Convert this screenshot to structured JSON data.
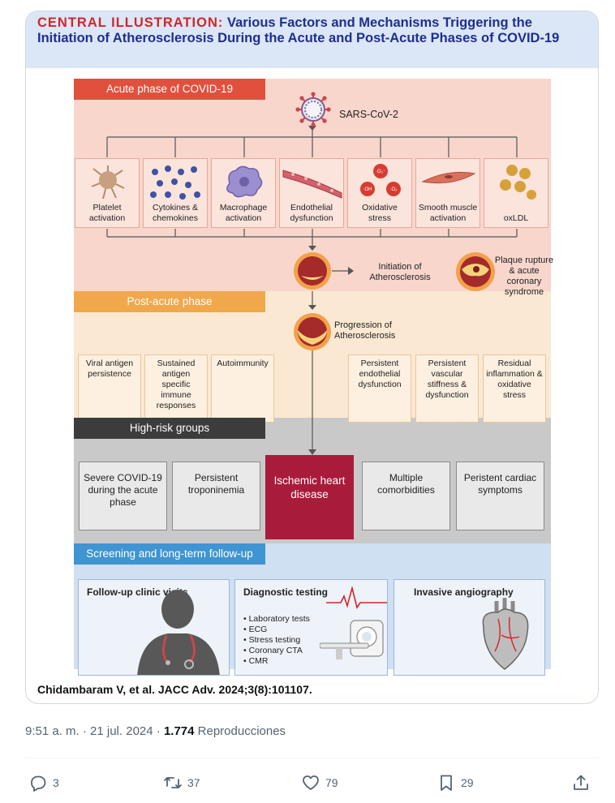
{
  "post": {
    "illustration": {
      "header_label": "CENTRAL ILLUSTRATION:",
      "header_title": "Various Factors and Mechanisms Triggering the Initiation of Atherosclerosis During the Acute and Post-Acute Phases of COVID-19",
      "acute_phase_label": "Acute phase of COVID-19",
      "virus_label": "SARS-CoV-2",
      "factors": [
        {
          "label": "Platelet activation",
          "icon": "platelet-icon"
        },
        {
          "label": "Cytokines & chemokines",
          "icon": "cytokines-icon"
        },
        {
          "label": "Macrophage activation",
          "icon": "macrophage-icon"
        },
        {
          "label": "Endothelial dysfunction",
          "icon": "endothelium-icon"
        },
        {
          "label": "Oxidative stress",
          "icon": "oxidative-icon"
        },
        {
          "label": "Smooth muscle activation",
          "icon": "smooth-muscle-icon"
        },
        {
          "label": "oxLDL",
          "icon": "oxldl-icon"
        }
      ],
      "ros_labels": [
        "·O₂⁻",
        "·OH",
        "·O₂"
      ],
      "initiation_label": "Initiation of Atherosclerosis",
      "plaque_label": "Plaque rupture & acute coronary syndrome",
      "post_acute_label": "Post-acute phase",
      "progression_label": "Progression of Atherosclerosis",
      "post_factors": [
        "Viral antigen persistence",
        "Sustained antigen specific immune responses",
        "Autoimmunity",
        "Persistent endothelial dysfunction",
        "Persistent vascular stiffness & dysfunction",
        "Residual inflammation & oxidative stress"
      ],
      "high_risk_label": "High-risk groups",
      "risk_groups": [
        "Severe COVID-19 during the acute phase",
        "Persistent troponinemia",
        "Multiple comorbidities",
        "Peristent cardiac symptoms"
      ],
      "center_label": "Ischemic heart disease",
      "screening_label": "Screening and long-term follow-up",
      "followup_label": "Follow-up clinic visits",
      "diagnostic_label": "Diagnostic testing",
      "diagnostic_items": [
        "Laboratory tests",
        "ECG",
        "Stress testing",
        "Coronary CTA",
        "CMR"
      ],
      "invasive_label": "Invasive angiography",
      "citation": "Chidambaram V, et al. JACC Adv. 2024;3(8):101107."
    },
    "timestamp": "9:51 a. m. · 21 jul. 2024 · ",
    "views_count": "1.774",
    "views_label": " Reproducciones",
    "actions": {
      "reply_count": "3",
      "repost_count": "37",
      "like_count": "79",
      "bookmark_count": "29"
    }
  },
  "colors": {
    "acute_bg": "#f8d6cc",
    "acute_tag": "#e1503d",
    "post_bg": "#fbe8d2",
    "post_tag": "#f0a84a",
    "risk_bg": "#c9c9c9",
    "risk_tag": "#3c3c3c",
    "ihd": "#a91b3a",
    "screen_bg": "#cfe0f3",
    "screen_tag": "#3f94d2",
    "header_blue": "#1f2f8f",
    "header_red": "#d3252a"
  }
}
